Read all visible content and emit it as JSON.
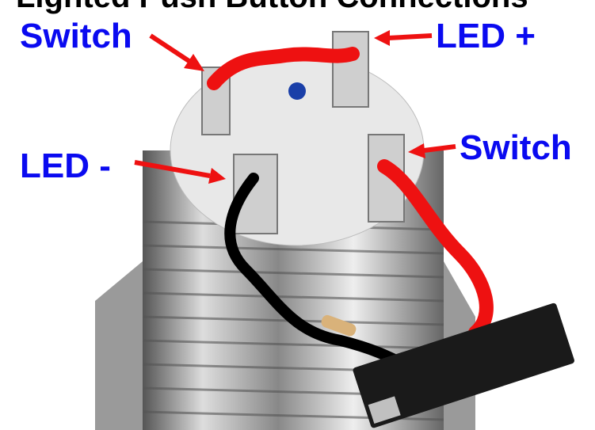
{
  "title": "Lighted Push Button Connections",
  "labels": {
    "switch_left": "Switch",
    "led_plus": "LED +",
    "led_minus": "LED -",
    "switch_right": "Switch"
  },
  "colors": {
    "label": "#0a0af0",
    "arrow": "#ee1111",
    "wire_red": "#ee1111",
    "wire_black": "#000000",
    "board": "#1a1a1a",
    "led_dot": "#1a3fa8"
  }
}
